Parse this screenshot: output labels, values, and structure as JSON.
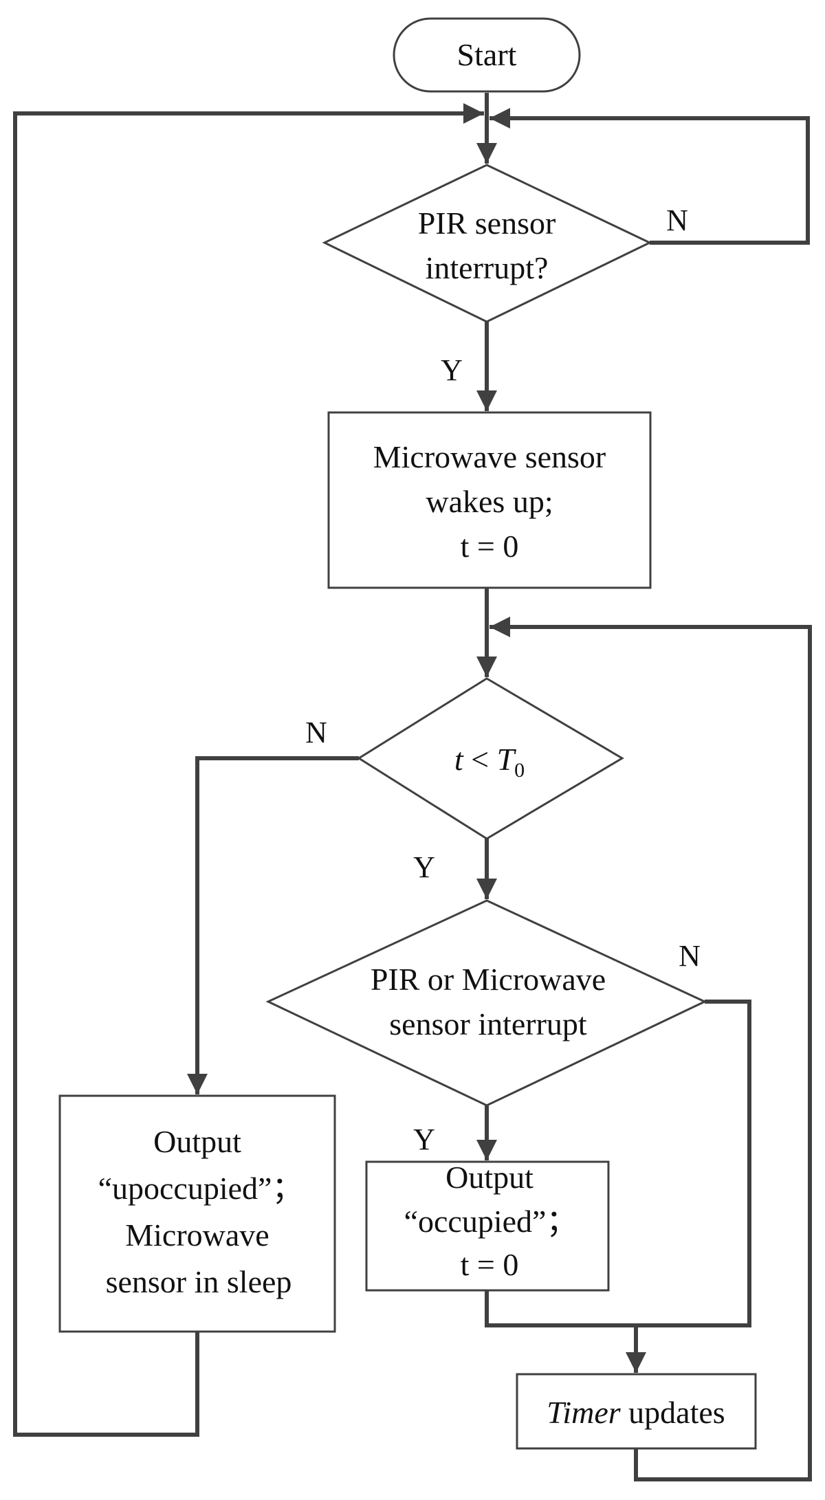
{
  "diagram": {
    "start": "Start",
    "pir_check": [
      "PIR sensor",
      "interrupt?"
    ],
    "microwave_wake": [
      "Microwave sensor",
      "wakes up;",
      "t = 0"
    ],
    "time_check": {
      "var": "t",
      "op": " < ",
      "limit": "T",
      "limit_sub": "0"
    },
    "any_interrupt": [
      "PIR or Microwave",
      "sensor interrupt"
    ],
    "output_occupied": [
      "Output",
      "“occupied”；",
      "t = 0"
    ],
    "output_unoccupied": [
      "Output",
      "“upoccupied”；",
      "Microwave",
      "sensor  in sleep"
    ],
    "timer_update": {
      "italic": "Timer",
      "rest": " updates"
    },
    "labels": {
      "pir_no": "N",
      "pir_yes": "Y",
      "time_no": "N",
      "time_yes": "Y",
      "interrupt_no": "N",
      "interrupt_yes": "Y"
    },
    "colors": {
      "line": "#404040",
      "text": "#111111"
    }
  }
}
